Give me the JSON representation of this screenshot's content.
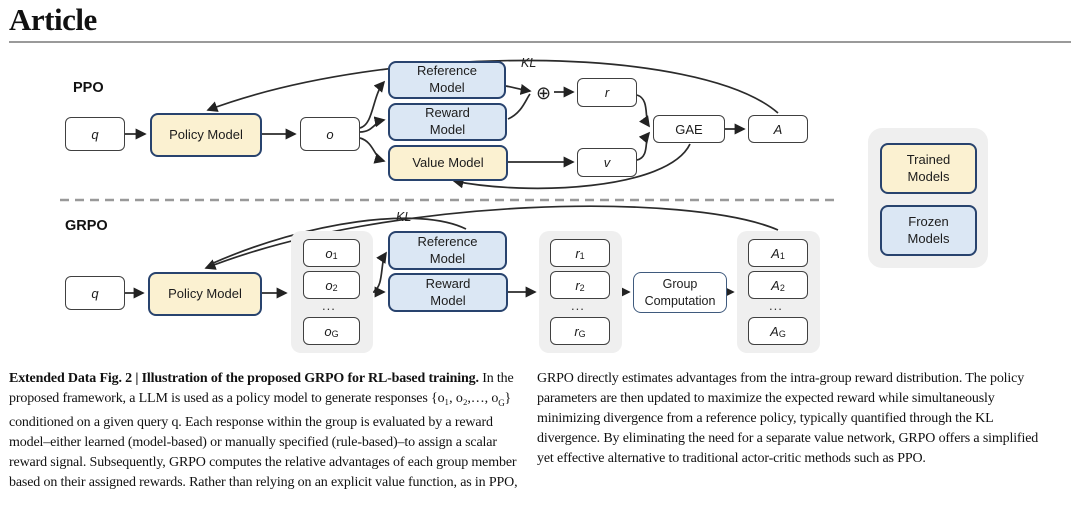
{
  "header": {
    "title": "Article"
  },
  "diagram": {
    "ppo": {
      "title": "PPO",
      "q": "q",
      "policy": "Policy Model",
      "o": "o",
      "reference": "Reference\nModel",
      "reward": "Reward\nModel",
      "value": "Value Model",
      "kl": "KL",
      "oplus": "⊕",
      "r": "r",
      "v": "v",
      "gae": "GAE",
      "A": "A"
    },
    "grpo": {
      "title": "GRPO",
      "q": "q",
      "policy": "Policy Model",
      "kl": "KL",
      "dots": "...",
      "o1": {
        "base": "o",
        "sub": "1"
      },
      "o2": {
        "base": "o",
        "sub": "2"
      },
      "oG": {
        "base": "o",
        "sub": "G"
      },
      "reference": "Reference\nModel",
      "reward": "Reward\nModel",
      "r1": {
        "base": "r",
        "sub": "1"
      },
      "r2": {
        "base": "r",
        "sub": "2"
      },
      "rG": {
        "base": "r",
        "sub": "G"
      },
      "group_comp": "Group\nComputation",
      "A1": {
        "base": "A",
        "sub": "1"
      },
      "A2": {
        "base": "A",
        "sub": "2"
      },
      "AG": {
        "base": "A",
        "sub": "G"
      }
    },
    "legend": {
      "trained": "Trained\nModels",
      "frozen": "Frozen\nModels"
    }
  },
  "caption": {
    "left_bold": "Extended Data Fig. 2 | Illustration of the proposed GRPO for RL-based training.",
    "left_t1": " In the proposed framework, a LLM is used as a policy model to generate responses {o₁, o₂,…, o",
    "left_sub": "G",
    "left_t2": "} conditioned on a given query q. Each response within the group is evaluated by a reward model–either learned (model-based) or manually specified (rule-based)–to assign a scalar reward signal. Subsequently, GRPO computes the relative advantages of each group member based on their assigned rewards. Rather than relying on an explicit value function, as in PPO,",
    "right_text": "GRPO directly estimates advantages from the intra-group reward distribution. The policy parameters are then updated to maximize the expected reward while simultaneously minimizing divergence from a reference policy, typically quantified through the KL divergence. By eliminating the need for a separate value network, GRPO offers a simplified yet effective alternative to traditional actor-critic methods such as PPO."
  }
}
